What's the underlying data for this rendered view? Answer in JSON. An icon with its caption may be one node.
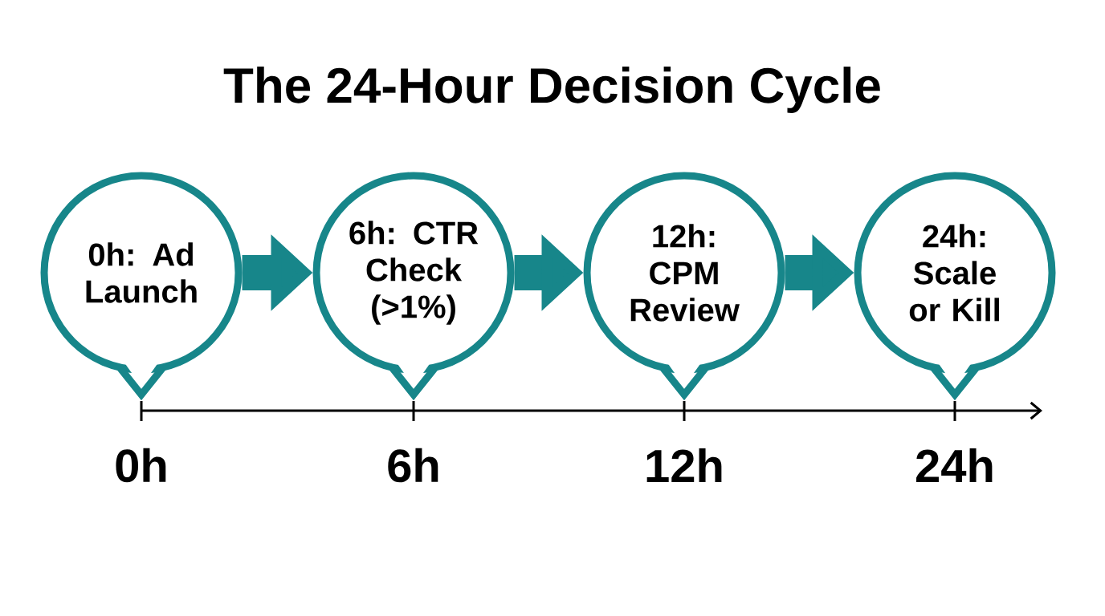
{
  "diagram": {
    "title": "The 24-Hour Decision Cycle",
    "nodes": [
      {
        "text": [
          "0h: Ad Launch"
        ]
      },
      {
        "text": [
          "6h: CTR Check (>1%)"
        ]
      },
      {
        "text": [
          "12h: CPM Review"
        ]
      },
      {
        "text": [
          "24h: Scale or Kill"
        ]
      }
    ],
    "edges": [
      {
        "from": 0,
        "to": 1,
        "arrow": "to"
      },
      {
        "from": 1,
        "to": 2,
        "arrow": "to"
      },
      {
        "from": 2,
        "to": 3,
        "arrow": "to"
      }
    ],
    "labels": [
      "0h",
      "6h",
      "12h",
      "24h"
    ]
  }
}
